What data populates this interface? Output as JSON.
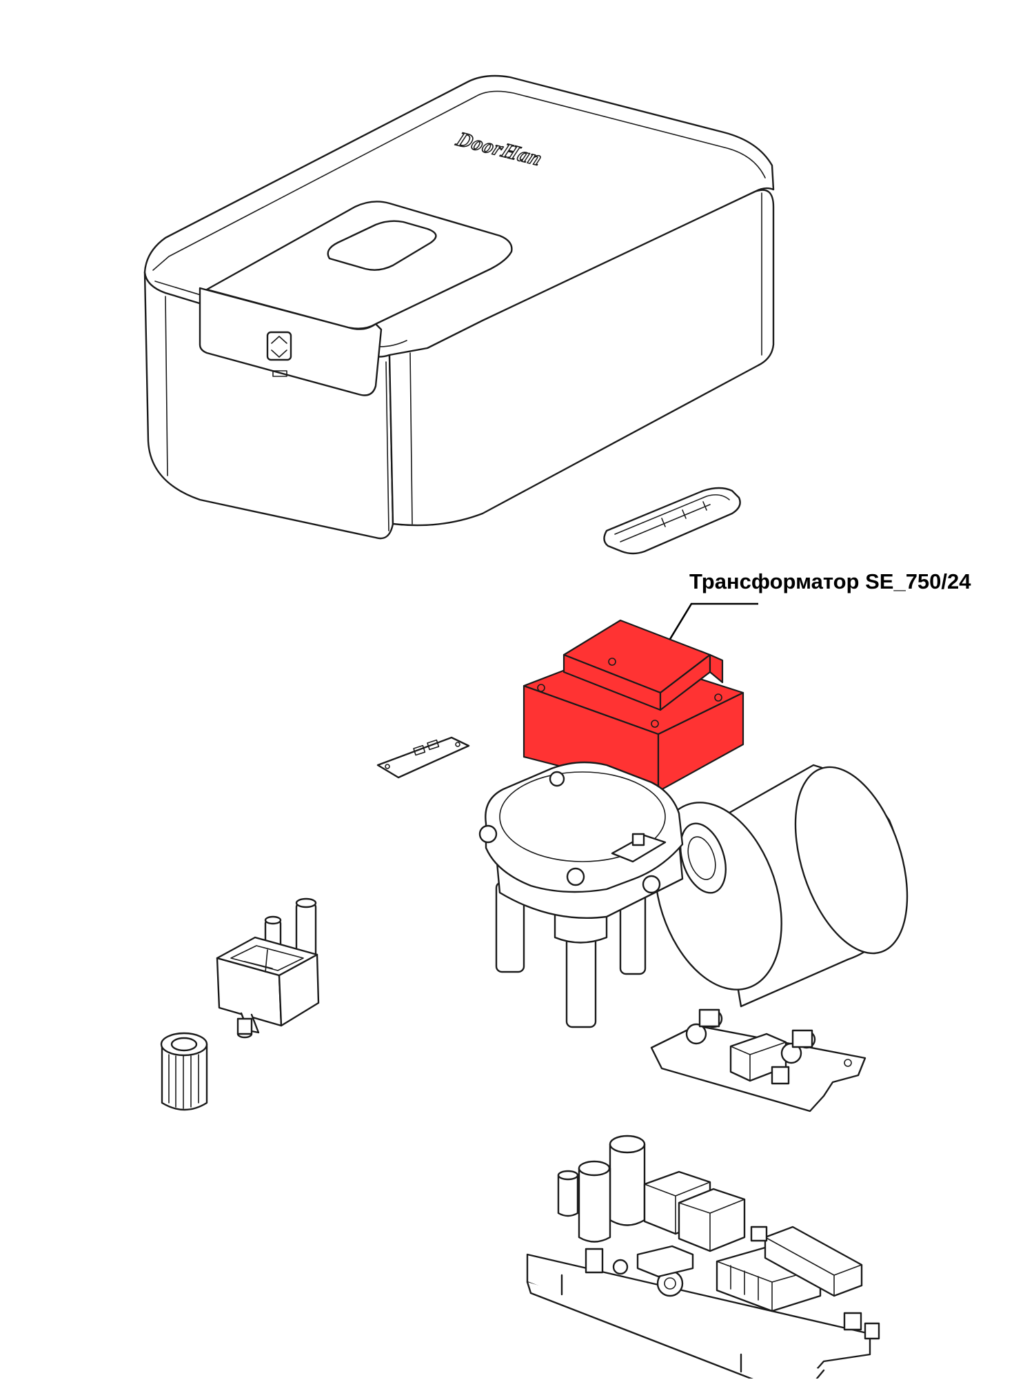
{
  "diagram": {
    "brand_logo": "DoorHan",
    "callout": {
      "label": "Трансформатор SE_750/24",
      "target": "transformer"
    },
    "highlight_color": "#ff3333",
    "line_color": "#1a1a1a",
    "background": "#ffffff",
    "parts": [
      "cover-housing",
      "small-cover-plate",
      "transformer",
      "electric-motor",
      "gearbox",
      "small-bracket-plate",
      "plastic-bracket",
      "gear-sleeve",
      "limit-switch-board",
      "control-board"
    ]
  }
}
